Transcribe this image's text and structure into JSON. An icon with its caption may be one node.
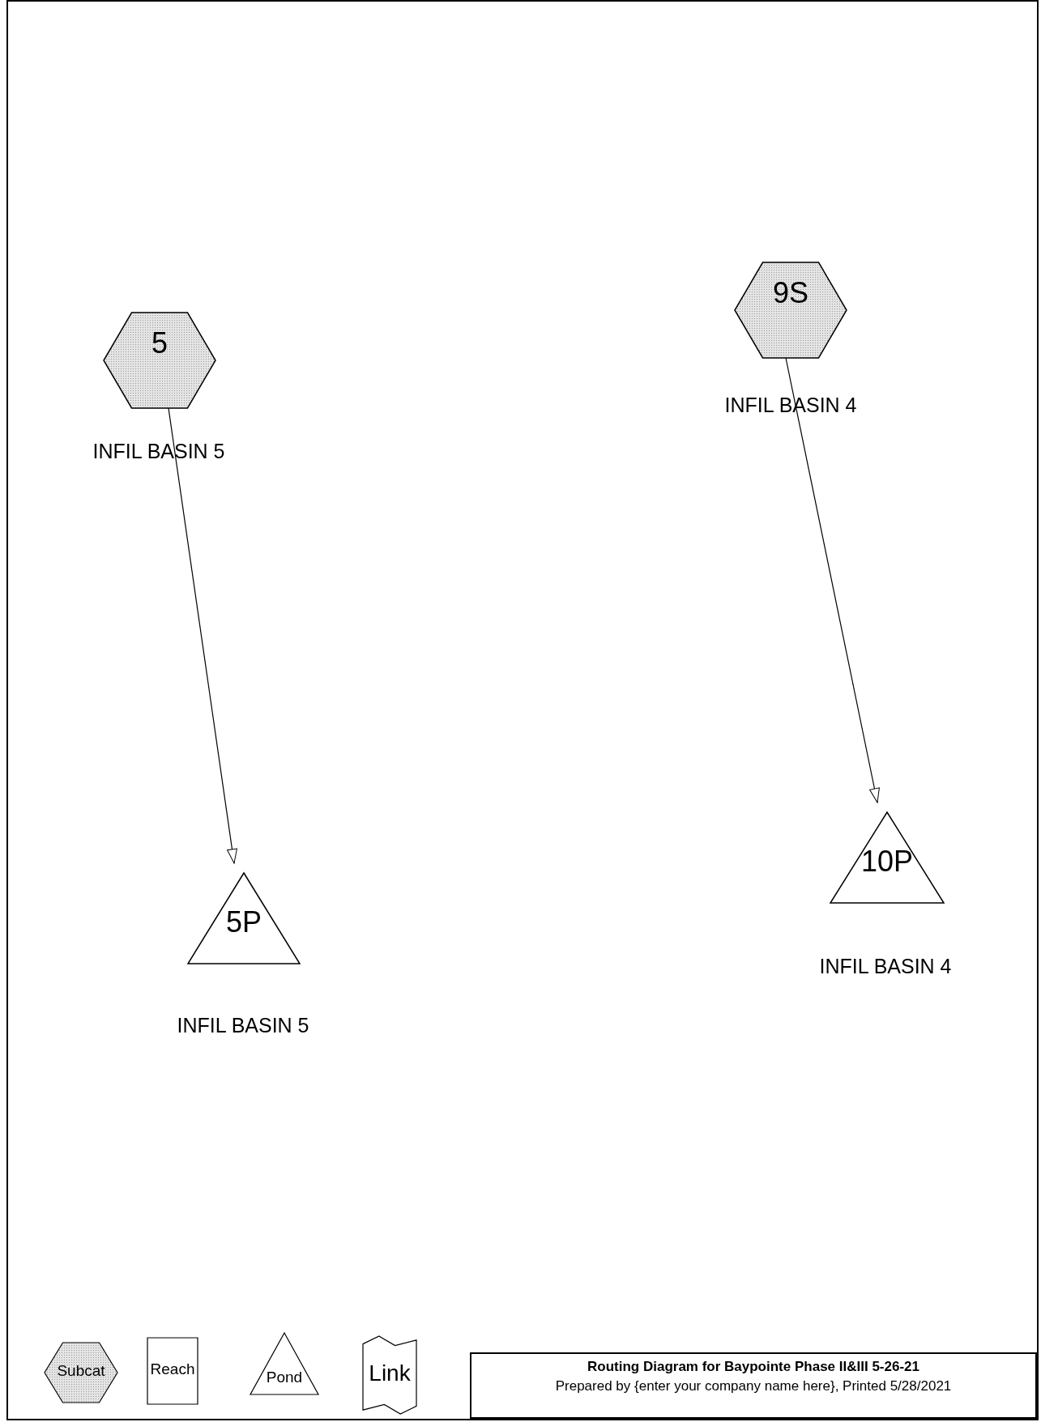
{
  "diagram": {
    "title": "Routing Diagram for Baypointe Phase II&III 5-26-21",
    "nodes": [
      {
        "text": [
          "5"
        ],
        "beside": [
          "INFIL BASIN 5"
        ]
      },
      {
        "text": [
          "9S"
        ],
        "beside": [
          "INFIL BASIN 4"
        ]
      },
      {
        "text": [
          "5P"
        ],
        "beside": [
          "INFIL BASIN 5"
        ]
      },
      {
        "text": [
          "10P"
        ],
        "beside": [
          "INFIL BASIN 4"
        ]
      }
    ],
    "edges": [
      {
        "from": 0,
        "to": 2,
        "arrow": "to"
      },
      {
        "from": 1,
        "to": 3,
        "arrow": "to"
      }
    ],
    "labels": [
      "Prepared by {enter your company name here},  Printed 5/28/2021"
    ],
    "legend": [
      {
        "text": "Subcat"
      },
      {
        "text": "Reach"
      },
      {
        "text": "Pond"
      },
      {
        "text": "Link"
      }
    ]
  }
}
